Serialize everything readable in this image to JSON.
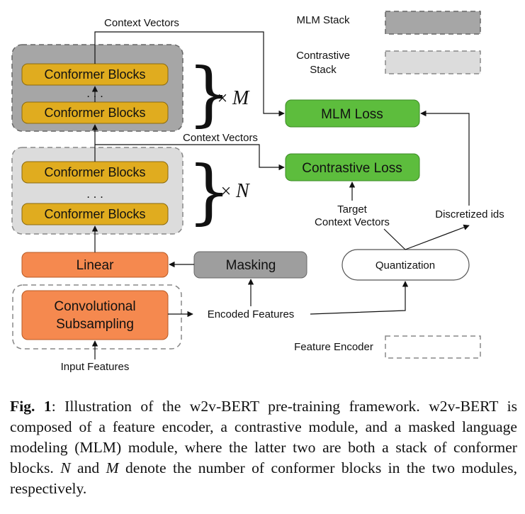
{
  "labels": {
    "context_vectors_top": "Context Vectors",
    "context_vectors_mid": "Context Vectors",
    "conformer": "Conformer Blocks",
    "ellipsis": ". . .",
    "linear": "Linear",
    "masking": "Masking",
    "conv_line1": "Convolutional",
    "conv_line2": "Subsampling",
    "encoded_features": "Encoded Features",
    "input_features": "Input Features",
    "mlm_loss": "MLM Loss",
    "contrastive_loss": "Contrastive Loss",
    "target_line1": "Target",
    "target_line2": "Context Vectors",
    "discretized_ids": "Discretized ids",
    "quantization": "Quantization",
    "times": "×",
    "M": "M",
    "N": "N"
  },
  "legend": {
    "mlm_stack": "MLM Stack",
    "contrastive_line1": "Contrastive",
    "contrastive_line2": "Stack",
    "feature_encoder": "Feature Encoder"
  },
  "caption": {
    "label": "Fig. 1",
    "text_1": ": Illustration of the w2v-BERT pre-training framework. w2v-BERT is composed of a feature encoder, a contrastive module, and a masked language modeling (MLM) module, where the latter two are both a stack of conformer blocks. ",
    "var_n": "N",
    "and": " and ",
    "var_m": "M",
    "text_2": " denote the number of conformer blocks in the two modules, respectively."
  },
  "colors": {
    "mlm_stack_fill": "#a6a6a6",
    "contrastive_stack_fill": "#dcdcdc",
    "conformer_fill": "#e0ac1f",
    "orange_fill": "#f5894f",
    "green_fill": "#5dbd3d",
    "masking_fill": "#9e9e9e"
  }
}
